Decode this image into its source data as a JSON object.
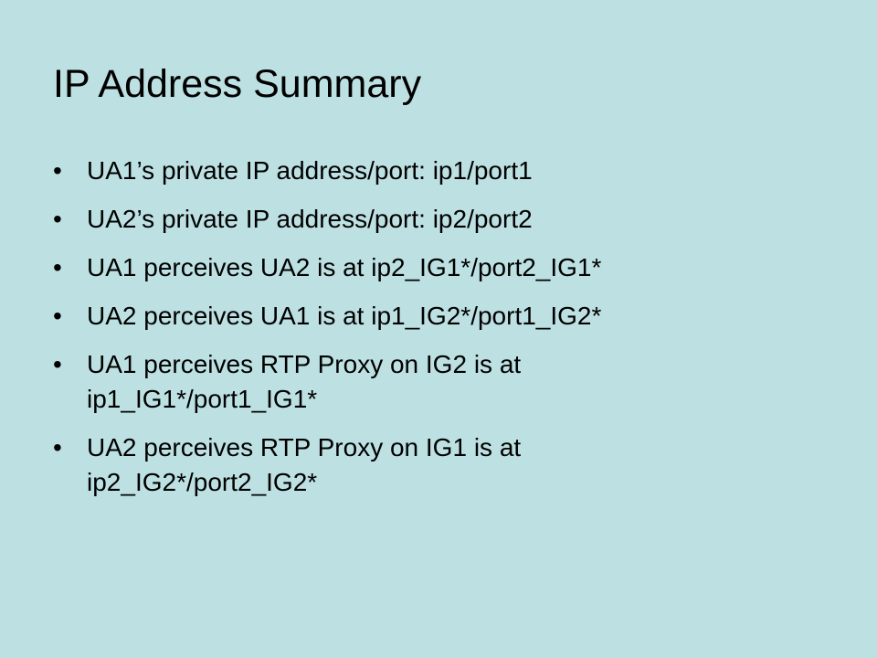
{
  "slide": {
    "title": "IP Address Summary",
    "bullet_symbol": "•",
    "bullets": [
      "UA1’s private IP address/port: ip1/port1",
      "UA2’s private IP address/port: ip2/port2",
      "UA1 perceives UA2 is at ip2_IG1*/port2_IG1*",
      "UA2 perceives UA1 is at ip1_IG2*/port1_IG2*",
      "UA1 perceives RTP Proxy on IG2 is at\nip1_IG1*/port1_IG1*",
      "UA2 perceives RTP Proxy on IG1 is at\nip2_IG2*/port2_IG2*"
    ]
  },
  "colors": {
    "background": "#bde0e2",
    "text": "#000000"
  }
}
